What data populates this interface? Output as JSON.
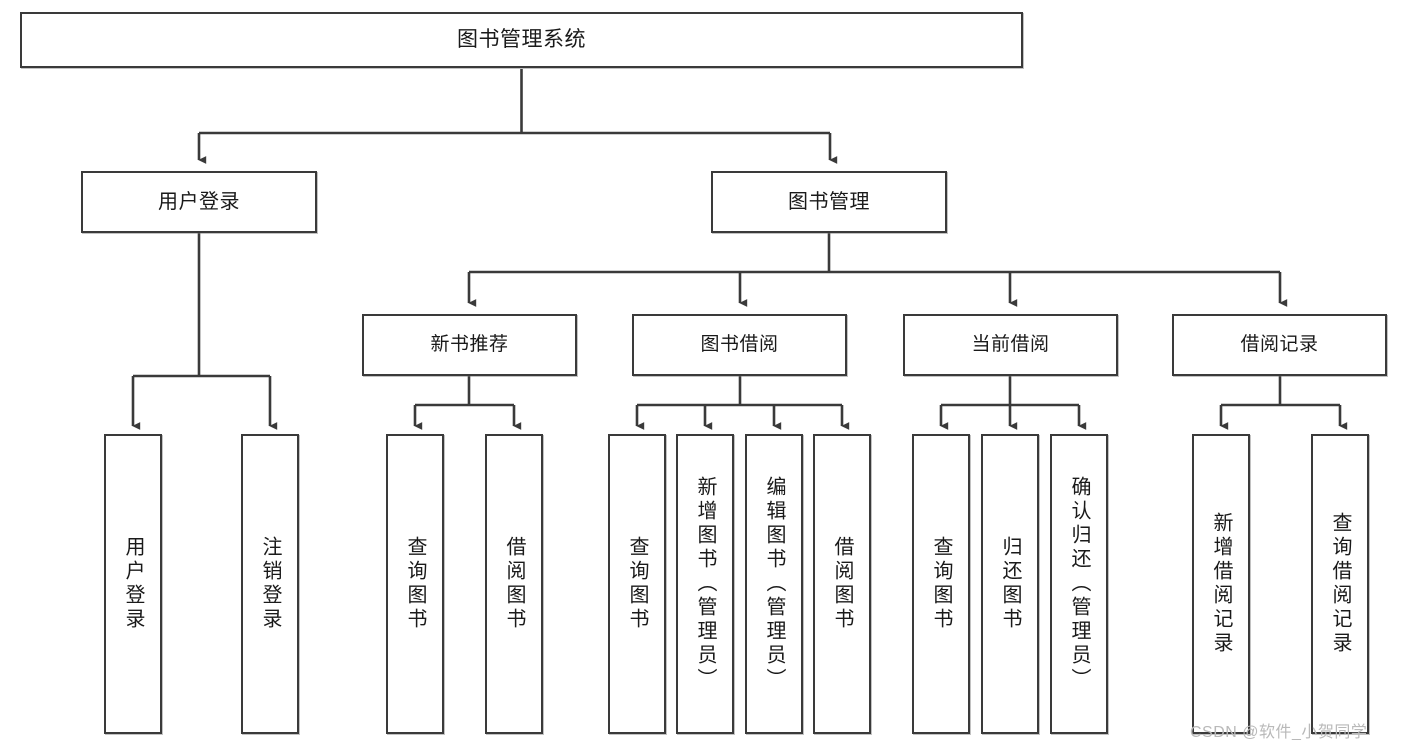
{
  "diagram": {
    "title": "图书管理系统",
    "type": "function-structure-tree",
    "orientation": "top-down",
    "line_color": "#3a3a3a",
    "box_fill": "#ffffff",
    "text_color": "#1a1a1a"
  },
  "nodes": {
    "root": {
      "label": "图书管理系统",
      "level": 1
    },
    "l2": [
      {
        "id": "user-login",
        "label": "用户登录",
        "level": 2
      },
      {
        "id": "book-manage",
        "label": "图书管理",
        "level": 2
      }
    ],
    "l3": [
      {
        "id": "new-book-recommend",
        "label": "新书推荐",
        "level": 3
      },
      {
        "id": "book-borrow",
        "label": "图书借阅",
        "level": 3
      },
      {
        "id": "current-borrow",
        "label": "当前借阅",
        "level": 3
      },
      {
        "id": "borrow-record",
        "label": "借阅记录",
        "level": 3
      }
    ],
    "leaves": {
      "user-login": [
        {
          "id": "leaf-user-login",
          "label": "用户登录"
        },
        {
          "id": "leaf-user-logout",
          "label": "注销登录"
        }
      ],
      "new-book-recommend": [
        {
          "id": "leaf-query-book-1",
          "label": "查询图书"
        },
        {
          "id": "leaf-borrow-book-1",
          "label": "借阅图书"
        }
      ],
      "book-borrow": [
        {
          "id": "leaf-query-book-2",
          "label": "查询图书"
        },
        {
          "id": "leaf-add-book",
          "label": "新增图书（管理员）"
        },
        {
          "id": "leaf-edit-book",
          "label": "编辑图书（管理员）"
        },
        {
          "id": "leaf-borrow-book-2",
          "label": "借阅图书"
        }
      ],
      "current-borrow": [
        {
          "id": "leaf-query-book-3",
          "label": "查询图书"
        },
        {
          "id": "leaf-return-book",
          "label": "归还图书"
        },
        {
          "id": "leaf-confirm-return",
          "label": "确认归还（管理员）"
        }
      ],
      "borrow-record": [
        {
          "id": "leaf-add-record",
          "label": "新增借阅记录"
        },
        {
          "id": "leaf-query-record",
          "label": "查询借阅记录"
        }
      ]
    }
  },
  "watermark": {
    "text": "CSDN @软件_小贺同学"
  }
}
